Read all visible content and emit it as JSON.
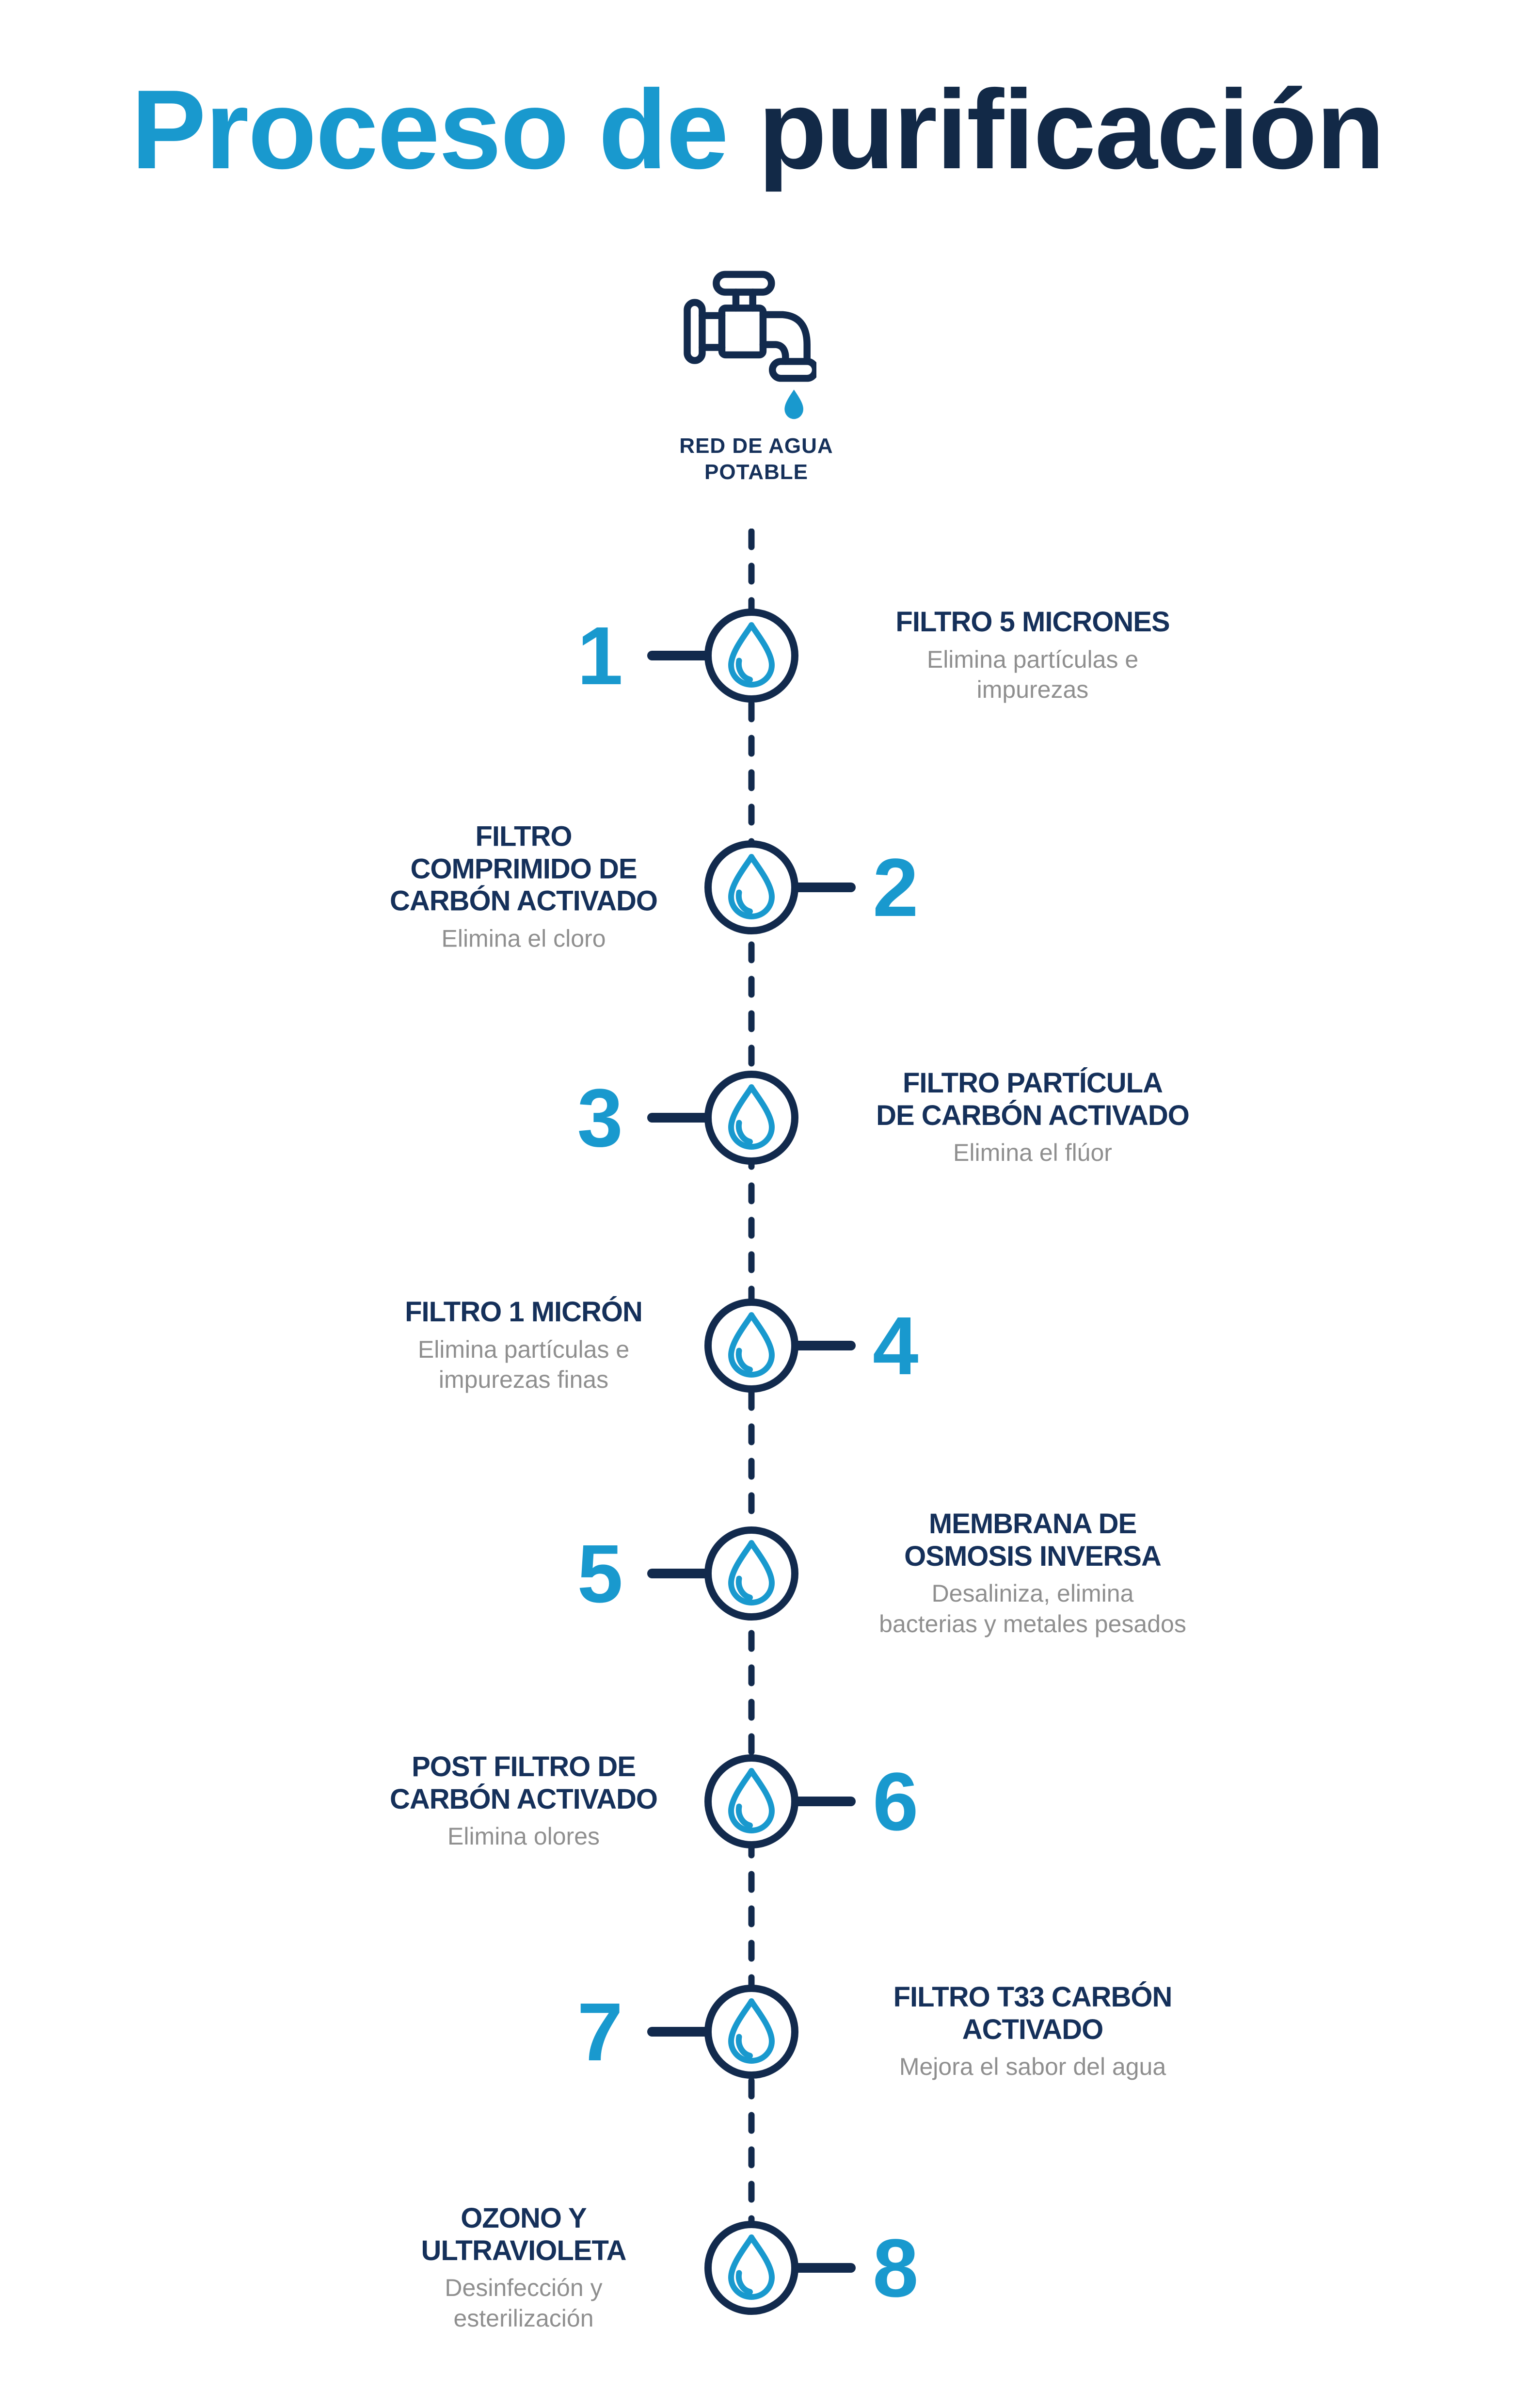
{
  "title": {
    "light": "Proceso de",
    "dark": "purificación"
  },
  "source": {
    "line1": "RED DE AGUA",
    "line2": "POTABLE"
  },
  "icons": {
    "faucet": "faucet-icon",
    "drop": "water-drop-icon"
  },
  "colors": {
    "navy": "#122A4D",
    "navy_text": "#15305A",
    "title_dark": "#122947",
    "blue": "#1999CE",
    "gray": "#8F8F8F"
  },
  "steps": [
    {
      "number": "1",
      "text_side": "right",
      "title": "FILTRO 5 MICRONES",
      "description": "Elimina partículas e\nimpurezas"
    },
    {
      "number": "2",
      "text_side": "left",
      "title": "FILTRO\nCOMPRIMIDO DE\nCARBÓN ACTIVADO",
      "description": "Elimina el cloro"
    },
    {
      "number": "3",
      "text_side": "right",
      "title": "FILTRO PARTÍCULA\nDE CARBÓN ACTIVADO",
      "description": "Elimina el flúor"
    },
    {
      "number": "4",
      "text_side": "left",
      "title": "FILTRO 1 MICRÓN",
      "description": "Elimina partículas e\nimpurezas finas"
    },
    {
      "number": "5",
      "text_side": "right",
      "title": "MEMBRANA DE\nOSMOSIS INVERSA",
      "description": "Desaliniza, elimina\nbacterias y metales pesados"
    },
    {
      "number": "6",
      "text_side": "left",
      "title": "POST FILTRO DE\nCARBÓN ACTIVADO",
      "description": "Elimina olores"
    },
    {
      "number": "7",
      "text_side": "right",
      "title": "FILTRO T33 CARBÓN\nACTIVADO",
      "description": "Mejora el sabor del agua"
    },
    {
      "number": "8",
      "text_side": "left",
      "title": "OZONO Y\nULTRAVIOLETA",
      "description": "Desinfección y\nesterilización"
    }
  ]
}
